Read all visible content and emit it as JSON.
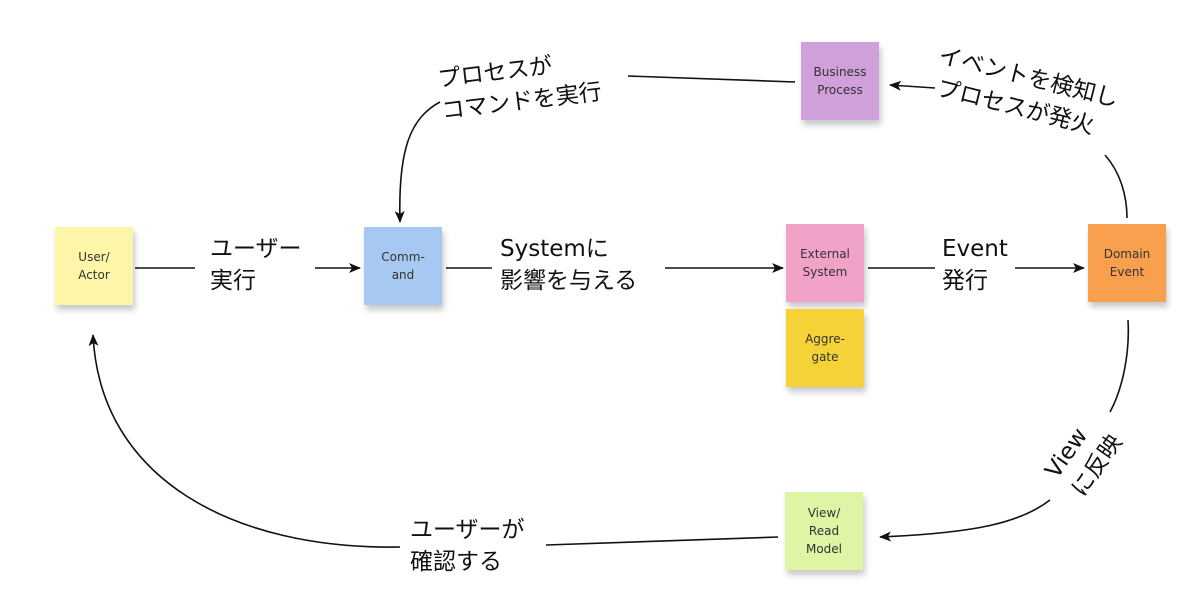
{
  "colors": {
    "user_actor": "#fdf6a8",
    "command": "#a6c8f1",
    "external_system": "#f0a2c8",
    "aggregate": "#f5d338",
    "domain_event": "#f8a04e",
    "business_process": "#cfa0d9",
    "view_read_model": "#ddf5a4",
    "arrow": "#111111"
  },
  "stickies": {
    "user_actor": "User/\nActor",
    "command": "Comm-\nand",
    "external_system": "External\nSystem",
    "aggregate": "Aggre-\ngate",
    "domain_event": "Domain\nEvent",
    "business_process": "Business\nProcess",
    "view_read_model": "View/\nRead\nModel"
  },
  "labels": {
    "user_execute": {
      "line1": "ユーザー",
      "line2": "実行"
    },
    "system_affect": {
      "line1": "Systemに",
      "line2": "影響を与える"
    },
    "event_issue": {
      "line1": "Event",
      "line2": "発行"
    },
    "process_command": {
      "line1": "プロセスが",
      "line2": "コマンドを実行"
    },
    "event_detect": {
      "line1": "イベントを検知し",
      "line2": "プロセスが発火"
    },
    "view_reflect": {
      "line1": "View",
      "line2": "に反映"
    },
    "user_confirm": {
      "line1": "ユーザーが",
      "line2": "確認する"
    }
  }
}
